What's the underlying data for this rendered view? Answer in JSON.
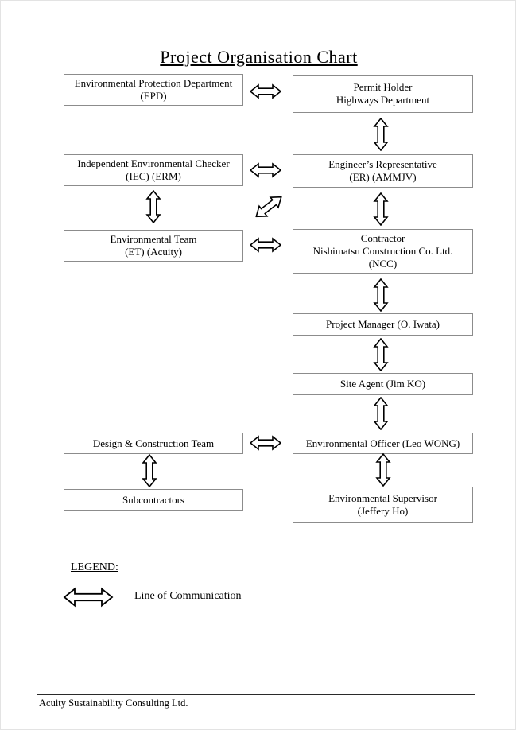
{
  "title": "Project Organisation Chart",
  "boxes": {
    "epd": {
      "lines": [
        "Environmental Protection Department",
        "(EPD)"
      ]
    },
    "permit_holder": {
      "lines": [
        "Permit Holder",
        "Highways Department"
      ]
    },
    "iec": {
      "lines": [
        "Independent Environmental Checker",
        "(IEC) (ERM)"
      ]
    },
    "er": {
      "lines": [
        "Engineer’s Representative",
        "(ER) (AMMJV)"
      ]
    },
    "et": {
      "lines": [
        "Environmental Team",
        "(ET) (Acuity)"
      ]
    },
    "contractor": {
      "lines": [
        "Contractor",
        "Nishimatsu Construction Co. Ltd.",
        "(NCC)"
      ]
    },
    "project_manager": {
      "lines": [
        "Project Manager (O. Iwata)"
      ]
    },
    "site_agent": {
      "lines": [
        "Site Agent (Jim KO)"
      ]
    },
    "design_team": {
      "lines": [
        "Design & Construction Team"
      ]
    },
    "env_officer": {
      "lines": [
        "Environmental Officer (Leo WONG)"
      ]
    },
    "subcontractors": {
      "lines": [
        "Subcontractors"
      ]
    },
    "env_supervisor": {
      "lines": [
        "Environmental Supervisor",
        "(Jeffery Ho)"
      ]
    }
  },
  "legend": {
    "heading": "LEGEND:",
    "line_label": "Line of Communication"
  },
  "footer": {
    "company": "Acuity Sustainability Consulting Ltd."
  },
  "colors": {
    "background": "#ffffff",
    "text": "#000000",
    "box_border": "#8c8c8c",
    "arrow_stroke": "#000000",
    "arrow_fill": "#ffffff"
  }
}
